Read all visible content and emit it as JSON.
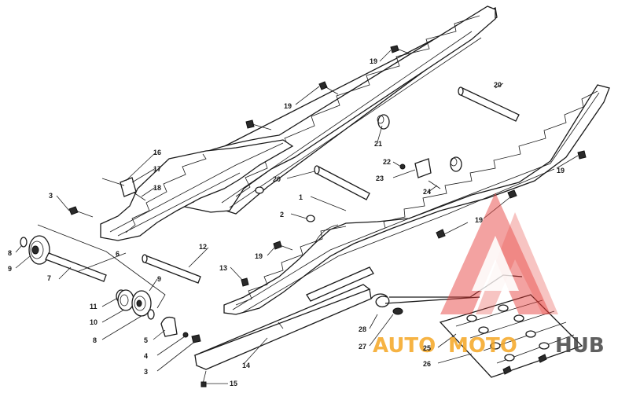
{
  "labels": {
    "p1": "1",
    "p2": "2",
    "p3a": "3",
    "p3b": "3",
    "p4": "4",
    "p5": "5",
    "p6": "6",
    "p7": "7",
    "p8a": "8",
    "p8b": "8",
    "p9a": "9",
    "p9b": "9",
    "p10": "10",
    "p11": "11",
    "p12": "12",
    "p13": "13",
    "p14": "14",
    "p15": "15",
    "p16": "16",
    "p17": "17",
    "p18": "18",
    "p19a": "19",
    "p19b": "19",
    "p19c": "19",
    "p19d": "19",
    "p19e": "19",
    "p20a": "20",
    "p20b": "20",
    "p21": "21",
    "p22": "22",
    "p23": "23",
    "p24": "24",
    "p25": "25",
    "p26": "26",
    "p27": "27",
    "p28": "28"
  },
  "watermark": {
    "text_auto": "AUTO",
    "text_moto": "MOTO",
    "text_hub": "HUB",
    "colors": {
      "accent": "#f5a623",
      "red": "#e53935",
      "dark": "#444444"
    },
    "icon": "triangle-logo-icon"
  }
}
